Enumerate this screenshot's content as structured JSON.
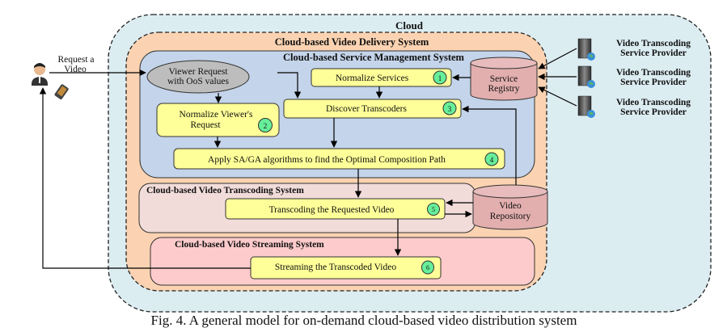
{
  "figure": {
    "caption": "Fig. 4. A general model for on-demand cloud-based video distribution system"
  },
  "containers": {
    "cloud": {
      "label": "Cloud",
      "color": "#dcedf2"
    },
    "delivery": {
      "label": "Cloud-based Video Delivery System",
      "color": "#fbd3b2"
    },
    "management": {
      "label": "Cloud-based Service Management System",
      "color": "#c4d4ea"
    },
    "transcoding": {
      "label": "Cloud-based Video Transcoding System",
      "color": "#f1dcda"
    },
    "streaming": {
      "label": "Cloud-based Video Streaming System",
      "color": "#fdcbcb"
    }
  },
  "user": {
    "request_label_line1": "Request a",
    "request_label_line2": "Video"
  },
  "viewer_request": {
    "line1": "Viewer Request",
    "line2": "with OoS values",
    "color": "#bdbdbd"
  },
  "steps": [
    {
      "id": 1,
      "label": "Normalize Services",
      "badge": "1"
    },
    {
      "id": 2,
      "label_line1": "Normalize Viewer's",
      "label_line2": "Request",
      "badge": "2"
    },
    {
      "id": 3,
      "label": "Discover Transcoders",
      "badge": "3"
    },
    {
      "id": 4,
      "label": "Apply SA/GA algorithms to find the Optimal Composition Path",
      "badge": "4"
    },
    {
      "id": 5,
      "label": "Transcoding the Requested Video",
      "badge": "5"
    },
    {
      "id": 6,
      "label": "Streaming the Transcoded Video",
      "badge": "6"
    }
  ],
  "step_color": "#ffff99",
  "badge_color": "#66ee99",
  "databases": {
    "registry": {
      "line1": "Service",
      "line2": "Registry",
      "color": "#e2aeae"
    },
    "repository": {
      "line1": "Video",
      "line2": "Repository",
      "color": "#e2aeae"
    }
  },
  "providers": [
    {
      "line1": "Video Transcoding",
      "line2": "Service Provider"
    },
    {
      "line1": "Video Transcoding",
      "line2": "Service Provider"
    },
    {
      "line1": "Video Transcoding",
      "line2": "Service Provider"
    }
  ]
}
